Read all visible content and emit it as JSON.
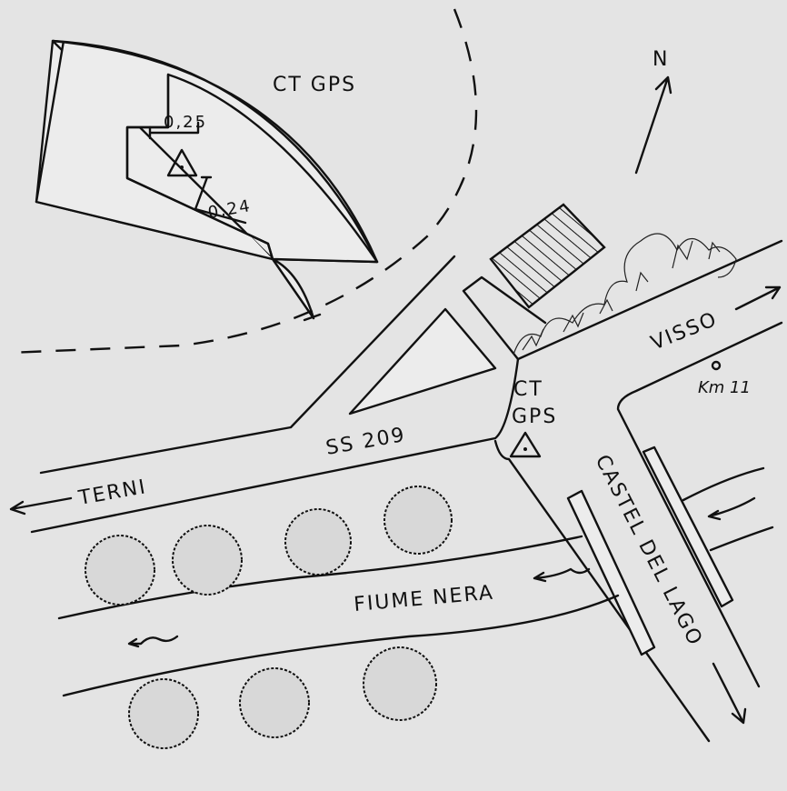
{
  "north_label": "N",
  "parcel": {
    "title": "CT GPS",
    "dim_1": "0,25",
    "dim_2": "0,24"
  },
  "station": {
    "line1": "CT",
    "line2": "GPS"
  },
  "roads": {
    "highway": "SS 209",
    "to_terni": "TERNI",
    "to_visso": "VISSO",
    "km_marker": "Km 11",
    "castel": "CASTEL DEL LAGO"
  },
  "river": "FIUME NERA"
}
